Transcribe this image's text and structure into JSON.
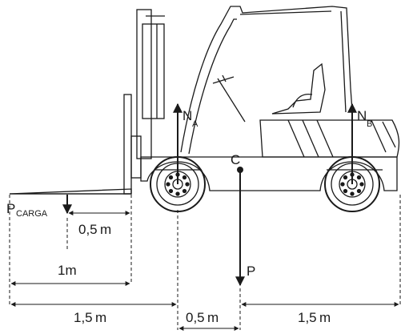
{
  "labels": {
    "na_main": "N",
    "na_sub": "A",
    "nb_main": "N",
    "nb_sub": "B",
    "c": "C",
    "p": "P",
    "pcarga_main": "P",
    "pcarga_sub": "CARGA"
  },
  "dimensions": {
    "fork_to_load": "0,5 m",
    "fork_total": "1m",
    "load_to_front_axle": "1,5 m",
    "front_axle_to_c": "0,5 m",
    "c_to_rear_axle": "1,5 m"
  },
  "colors": {
    "ink": "#1a1a1a",
    "background": "#ffffff"
  }
}
